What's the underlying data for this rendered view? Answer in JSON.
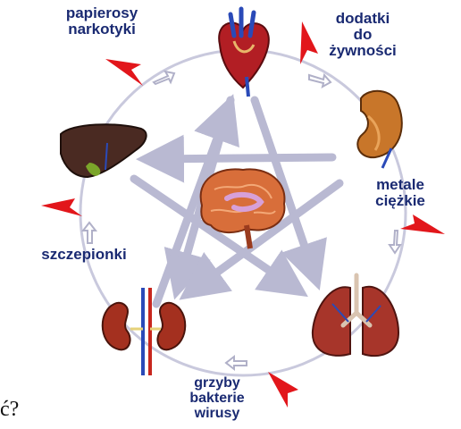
{
  "labels": {
    "top_left": [
      "papierosy",
      "narkotyki"
    ],
    "top_right": [
      "dodatki",
      "do",
      "żywności"
    ],
    "right": [
      "metale",
      "ciężkie"
    ],
    "left": [
      "szczepionki"
    ],
    "bottom": [
      "grzyby",
      "bakterie",
      "wirusy"
    ]
  },
  "bottom_left_fragment": "ć?",
  "colors": {
    "text": "#1a2a72",
    "circle": "#c9c9dd",
    "star": "#b9b9d2",
    "warning_arrow": "#e2161b"
  },
  "icons": [
    "heart-icon",
    "stomach-icon",
    "lungs-icon",
    "kidneys-icon",
    "liver-icon",
    "brain-icon"
  ]
}
